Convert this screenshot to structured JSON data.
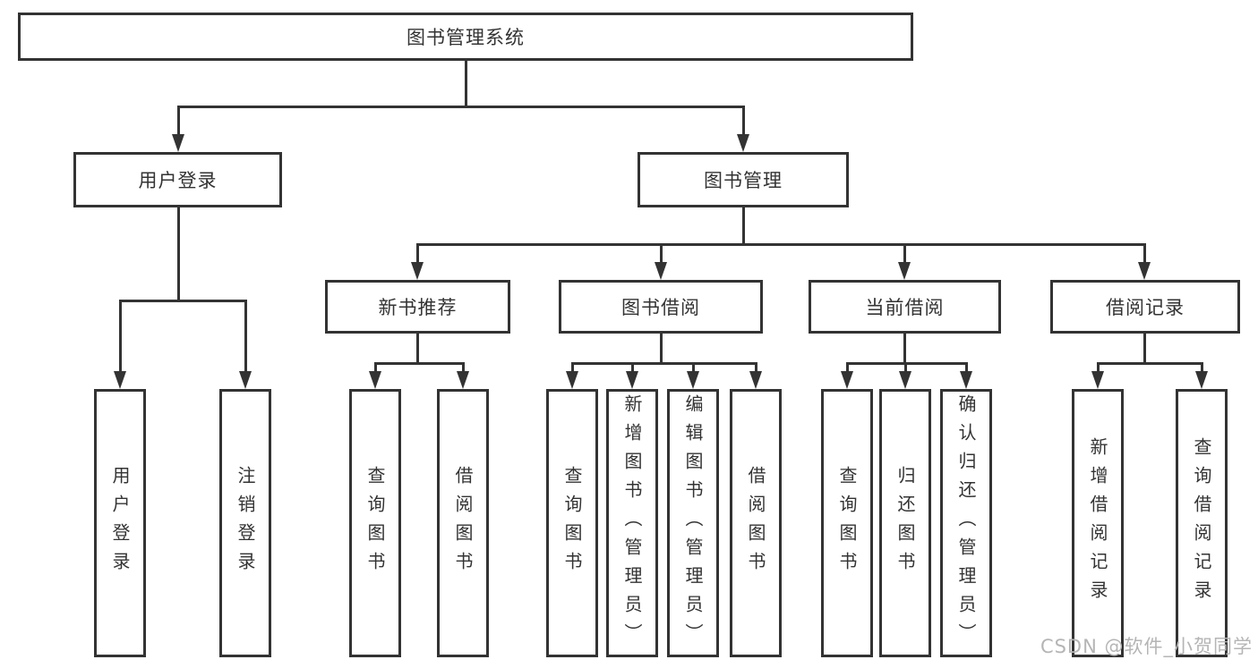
{
  "diagram": {
    "root": {
      "label": "图书管理系统"
    },
    "user_login": {
      "label": "用户登录",
      "children": {
        "login": {
          "label": "用户登录"
        },
        "logout": {
          "label": "注销登录"
        }
      }
    },
    "book_management": {
      "label": "图书管理",
      "new_book_recommend": {
        "label": "新书推荐",
        "children": {
          "query": {
            "label": "查询图书"
          },
          "borrow": {
            "label": "借阅图书"
          }
        }
      },
      "book_borrow": {
        "label": "图书借阅",
        "children": {
          "query": {
            "label": "查询图书"
          },
          "add": {
            "label": "新增图书（管理员）"
          },
          "edit": {
            "label": "编辑图书（管理员）"
          },
          "borrow": {
            "label": "借阅图书"
          }
        }
      },
      "current_borrow": {
        "label": "当前借阅",
        "children": {
          "query": {
            "label": "查询图书"
          },
          "return_book": {
            "label": "归还图书"
          },
          "confirm_return": {
            "label": "确认归还（管理员）"
          }
        }
      },
      "borrow_records": {
        "label": "借阅记录",
        "children": {
          "add_record": {
            "label": "新增借阅记录"
          },
          "query_record": {
            "label": "查询借阅记录"
          }
        }
      }
    }
  },
  "watermark": {
    "label": "CSDN @软件_小贺同学"
  },
  "colors": {
    "line": "#333333",
    "text": "#333333",
    "background": "#ffffff",
    "watermark": "#b5b5b5"
  }
}
